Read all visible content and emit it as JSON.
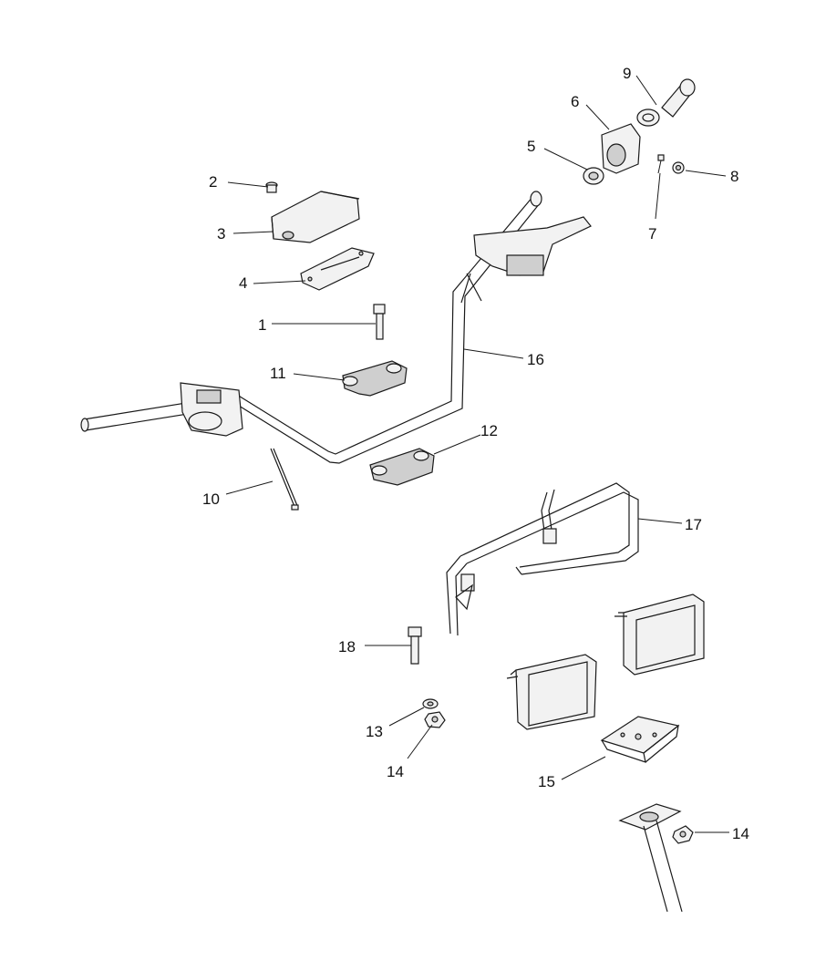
{
  "callouts": [
    {
      "id": "c1",
      "text": "1"
    },
    {
      "id": "c2",
      "text": "2"
    },
    {
      "id": "c3",
      "text": "3"
    },
    {
      "id": "c4",
      "text": "4"
    },
    {
      "id": "c5",
      "text": "5"
    },
    {
      "id": "c6",
      "text": "6"
    },
    {
      "id": "c7",
      "text": "7"
    },
    {
      "id": "c8",
      "text": "8"
    },
    {
      "id": "c9",
      "text": "9"
    },
    {
      "id": "c10",
      "text": "10"
    },
    {
      "id": "c11",
      "text": "11"
    },
    {
      "id": "c12",
      "text": "12"
    },
    {
      "id": "c13",
      "text": "13"
    },
    {
      "id": "c14a",
      "text": "14"
    },
    {
      "id": "c14b",
      "text": "14"
    },
    {
      "id": "c15",
      "text": "15"
    },
    {
      "id": "c16",
      "text": "16"
    },
    {
      "id": "c17",
      "text": "17"
    },
    {
      "id": "c18",
      "text": "18"
    }
  ]
}
